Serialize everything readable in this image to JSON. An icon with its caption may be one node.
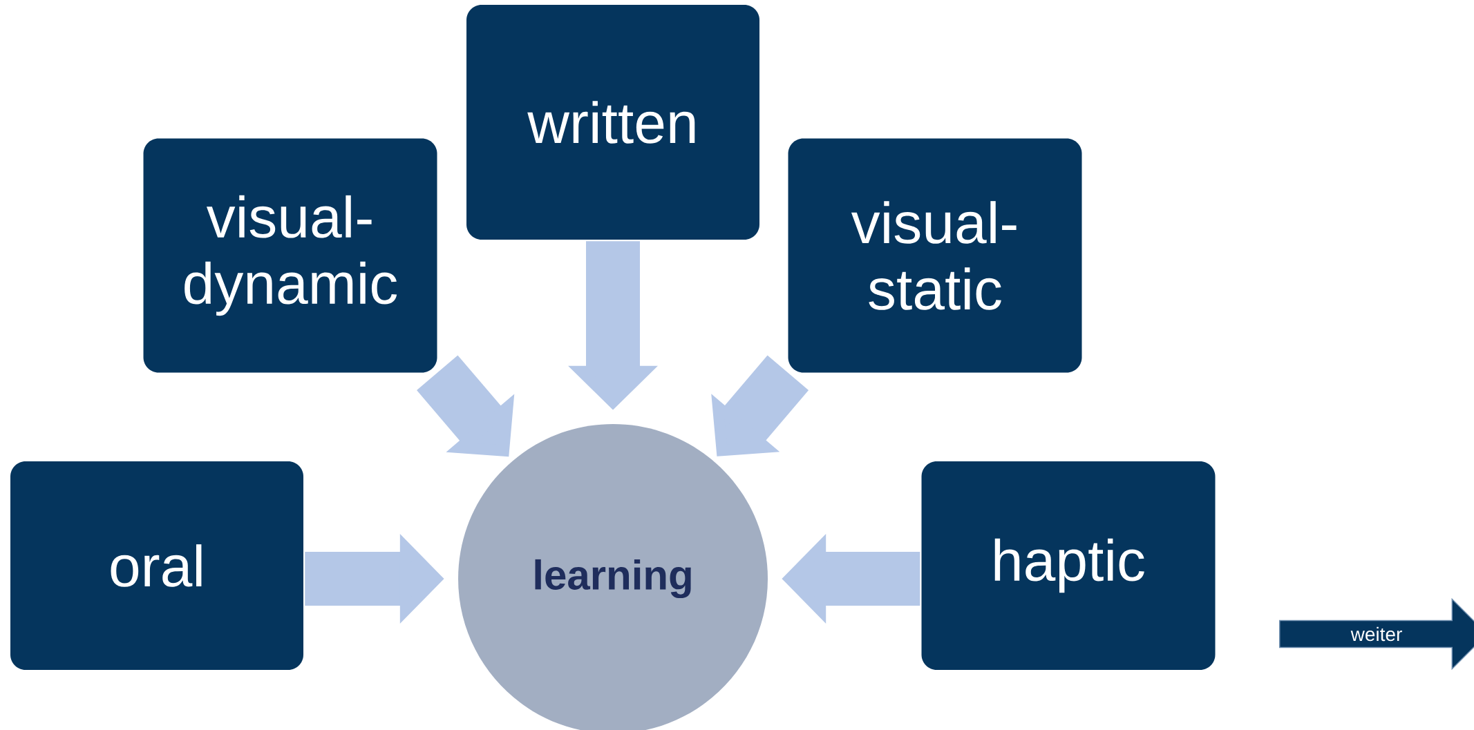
{
  "diagram": {
    "nodes": [
      {
        "text": [
          "oral"
        ]
      },
      {
        "text": [
          "visual-dynamic"
        ]
      },
      {
        "text": [
          "written"
        ]
      },
      {
        "text": [
          "visual-static"
        ]
      },
      {
        "text": [
          "haptic"
        ]
      },
      {
        "text": [
          "learning"
        ]
      },
      {
        "text": [
          "weiter"
        ]
      }
    ],
    "edges": [
      {
        "from": 0,
        "to": 5,
        "arrow": "to"
      },
      {
        "from": 1,
        "to": 5,
        "arrow": "to"
      },
      {
        "from": 2,
        "to": 5,
        "arrow": "to"
      },
      {
        "from": 3,
        "to": 5,
        "arrow": "to"
      },
      {
        "from": 4,
        "to": 5,
        "arrow": "to"
      }
    ]
  }
}
